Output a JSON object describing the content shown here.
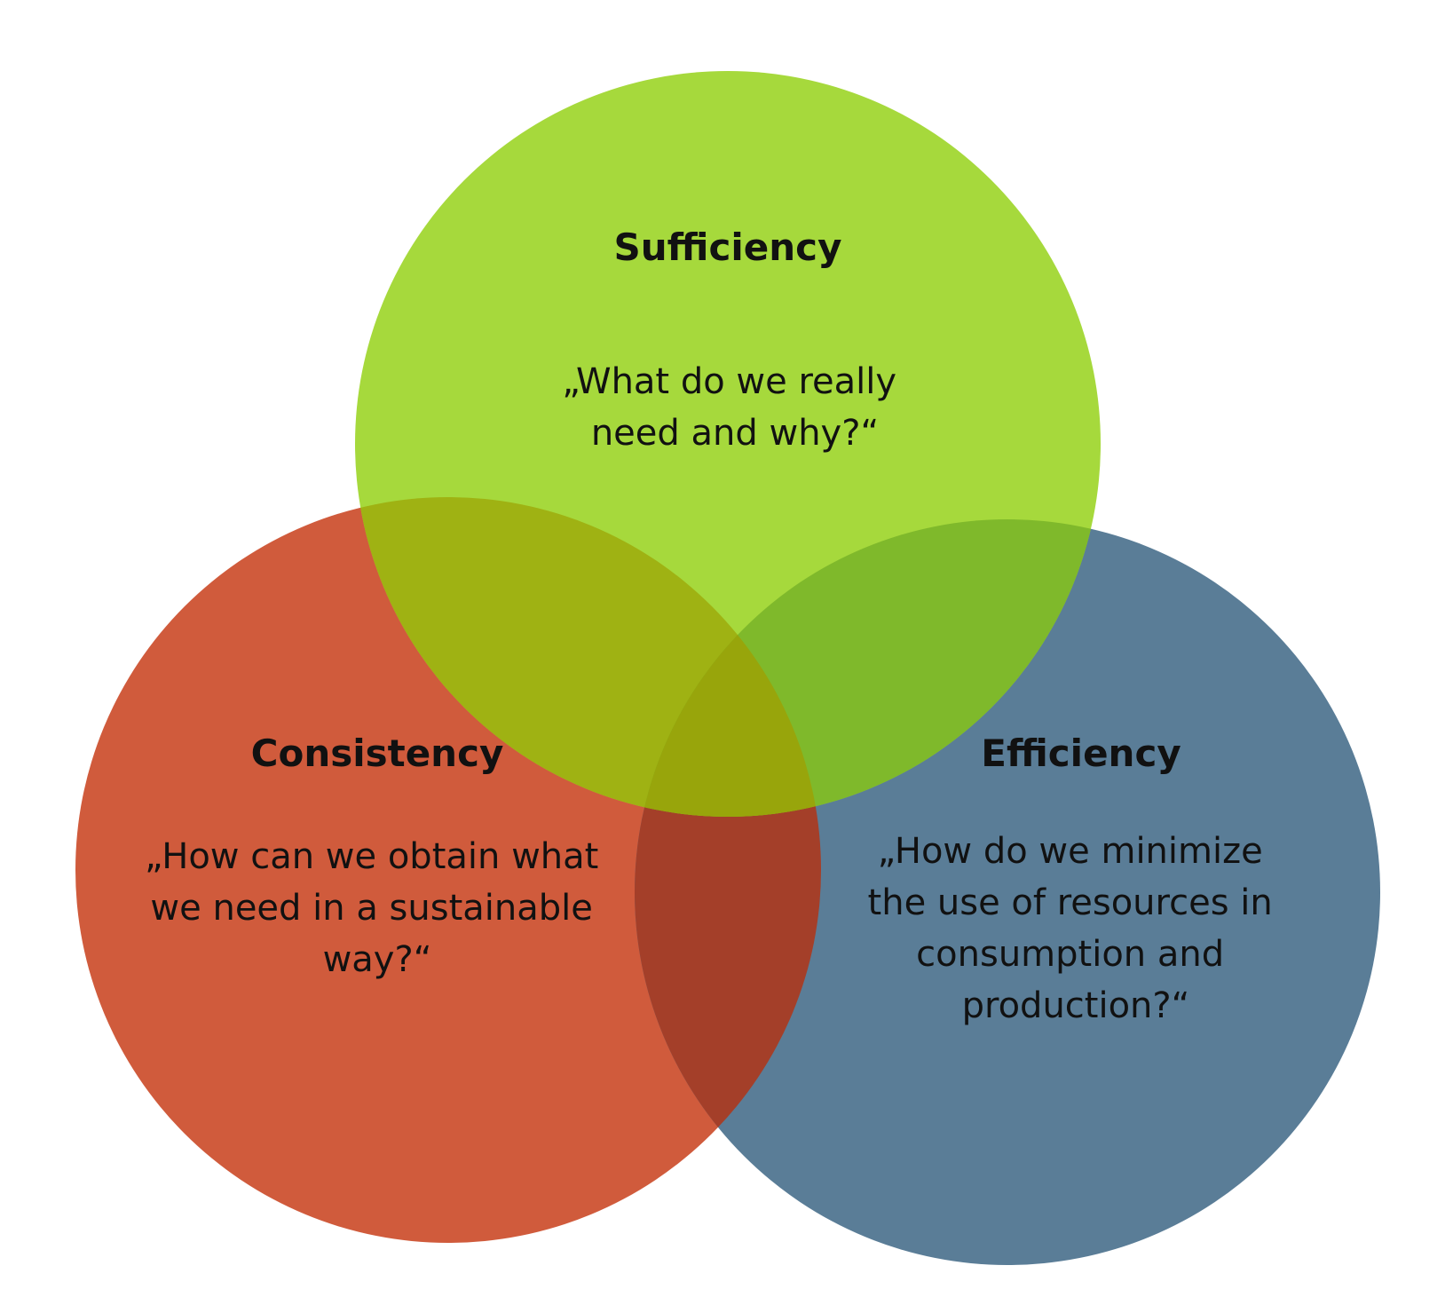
{
  "circles": {
    "sufficiency": {
      "title": "Sufficiency",
      "question_lines": [
        "„What do we really",
        "need and why?“"
      ],
      "color": "#a6d93c"
    },
    "consistency": {
      "title": "Consistency",
      "question_lines": [
        "„How can we obtain what",
        "we need in a sustainable",
        "way?“"
      ],
      "color": "#d05b3c"
    },
    "efficiency": {
      "title": "Efficiency",
      "question_lines": [
        "„How do we minimize",
        "the use of resources in",
        "consumption and",
        "production?“"
      ],
      "color": "#5a7d97"
    }
  },
  "overlap_colors": {
    "sufficiency_consistency": "#9fb213",
    "sufficiency_efficiency": "#7fb92b",
    "consistency_efficiency": "#a43f29",
    "center": "#98a50b"
  }
}
